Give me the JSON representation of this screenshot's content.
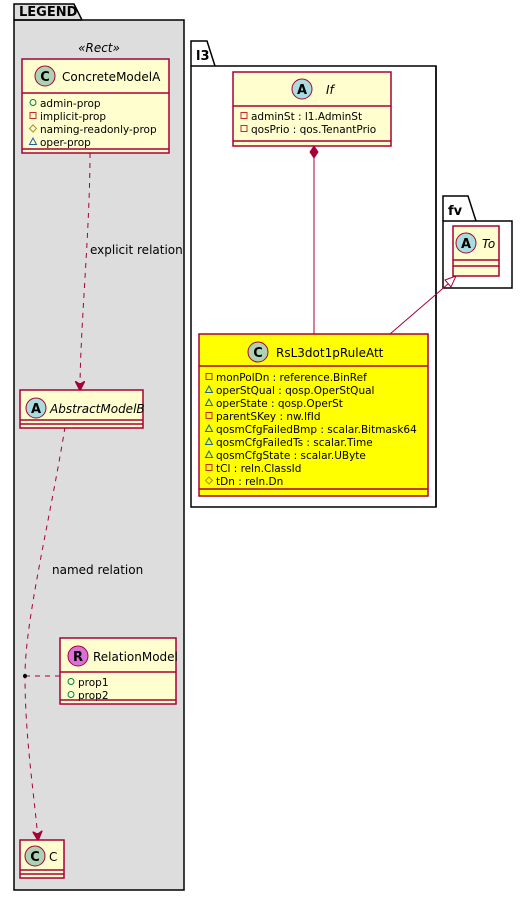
{
  "packages": {
    "legend": {
      "name": "LEGEND",
      "stereotype": "«Rect»"
    },
    "l3": {
      "name": "l3"
    },
    "fv": {
      "name": "fv"
    }
  },
  "classes": {
    "concrete_model_a": {
      "badge": "C",
      "name": "ConcreteModelA",
      "attrs": [
        {
          "vis": "public",
          "text": "admin-prop"
        },
        {
          "vis": "private",
          "text": "implicit-prop"
        },
        {
          "vis": "protected",
          "text": "naming-readonly-prop"
        },
        {
          "vis": "package",
          "text": "oper-prop"
        }
      ]
    },
    "abstract_model_b": {
      "badge": "A",
      "name": "AbstractModelB"
    },
    "relation_model": {
      "badge": "R",
      "name": "RelationModel",
      "attrs": [
        {
          "vis": "public",
          "text": "prop1"
        },
        {
          "vis": "public",
          "text": "prop2"
        }
      ]
    },
    "c": {
      "badge": "C",
      "name": "C"
    },
    "if": {
      "badge": "A",
      "name": "If",
      "attrs": [
        {
          "vis": "private",
          "text": "adminSt : l1.AdminSt"
        },
        {
          "vis": "private",
          "text": "qosPrio : qos.TenantPrio"
        }
      ]
    },
    "to": {
      "badge": "A",
      "name": "To"
    },
    "rs": {
      "badge": "C",
      "name": "RsL3dot1pRuleAtt",
      "attrs": [
        {
          "vis": "private",
          "text": "monPolDn : reference.BinRef"
        },
        {
          "vis": "package",
          "text": "operStQual : qosp.OperStQual"
        },
        {
          "vis": "package",
          "text": "operState : qosp.OperSt"
        },
        {
          "vis": "private",
          "text": "parentSKey : nw.IfId"
        },
        {
          "vis": "package",
          "text": "qosmCfgFailedBmp : scalar.Bitmask64"
        },
        {
          "vis": "package",
          "text": "qosmCfgFailedTs : scalar.Time"
        },
        {
          "vis": "package",
          "text": "qosmCfgState : scalar.UByte"
        },
        {
          "vis": "private",
          "text": "tCl : reln.ClassId"
        },
        {
          "vis": "protected",
          "text": "tDn : reln.Dn"
        }
      ]
    }
  },
  "relations": {
    "explicit_label": "explicit relation",
    "named_label": "named relation"
  },
  "colors": {
    "class_fill": "#FEFECE",
    "highlight_fill": "#FFFF00",
    "border": "#A80036",
    "legend_bg": "#DDDDDD",
    "pkg_bg": "#FFFFFF",
    "badge_C": "#ADD1B2",
    "badge_A": "#A9DCDF",
    "badge_R": "#DA70D6"
  }
}
